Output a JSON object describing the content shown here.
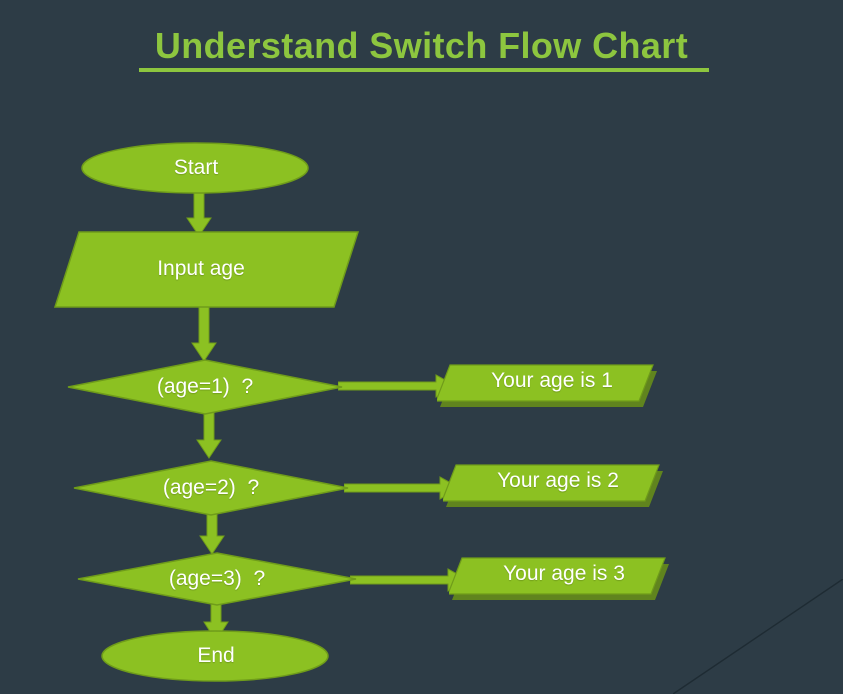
{
  "slide": {
    "title": "Understand Switch Flow Chart",
    "background_color": "#2d3c46",
    "accent_color": "#8dc63f",
    "shape_fill": "#8cc122",
    "shape_stroke": "#6f9c1a",
    "text_color": "#ffffff"
  },
  "flowchart": {
    "nodes": [
      {
        "id": "start",
        "type": "terminator",
        "label": "Start"
      },
      {
        "id": "input",
        "type": "input-output",
        "label": "Input age"
      },
      {
        "id": "dec1",
        "type": "decision",
        "label": "(age=1)  ?"
      },
      {
        "id": "out1",
        "type": "input-output",
        "label": "Your age is 1"
      },
      {
        "id": "dec2",
        "type": "decision",
        "label": "(age=2)  ?"
      },
      {
        "id": "out2",
        "type": "input-output",
        "label": "Your age is 2"
      },
      {
        "id": "dec3",
        "type": "decision",
        "label": "(age=3)  ?"
      },
      {
        "id": "out3",
        "type": "input-output",
        "label": "Your age is 3"
      },
      {
        "id": "end",
        "type": "terminator",
        "label": "End"
      }
    ],
    "edges": [
      {
        "from": "start",
        "to": "input",
        "direction": "down"
      },
      {
        "from": "input",
        "to": "dec1",
        "direction": "down"
      },
      {
        "from": "dec1",
        "to": "out1",
        "direction": "right"
      },
      {
        "from": "dec1",
        "to": "dec2",
        "direction": "down"
      },
      {
        "from": "dec2",
        "to": "out2",
        "direction": "right"
      },
      {
        "from": "dec2",
        "to": "dec3",
        "direction": "down"
      },
      {
        "from": "dec3",
        "to": "out3",
        "direction": "right"
      },
      {
        "from": "dec3",
        "to": "end",
        "direction": "down"
      }
    ]
  }
}
